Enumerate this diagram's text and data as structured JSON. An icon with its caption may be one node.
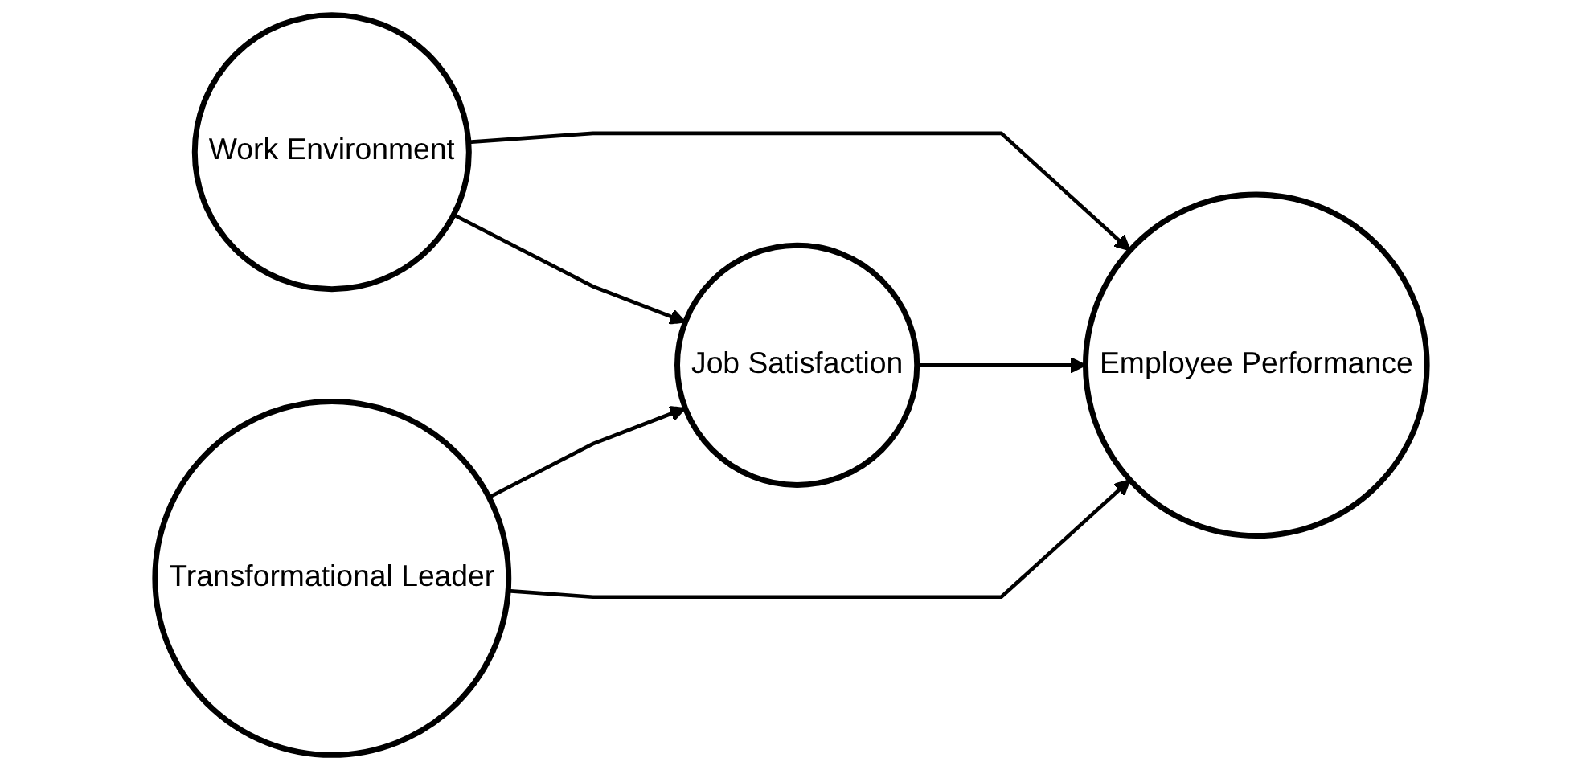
{
  "diagram": {
    "nodes": [
      {
        "text": [
          "Work Environment"
        ]
      },
      {
        "text": [
          "Job Satisfaction"
        ]
      },
      {
        "text": [
          "Employee Performance"
        ]
      },
      {
        "text": [
          "Transformational Leader"
        ]
      }
    ],
    "edges": [
      {
        "from": 0,
        "to": 2,
        "arrow": "to"
      },
      {
        "from": 0,
        "to": 1,
        "arrow": "to"
      },
      {
        "from": 1,
        "to": 2,
        "arrow": "to"
      },
      {
        "from": 3,
        "to": 1,
        "arrow": "to"
      },
      {
        "from": 3,
        "to": 2,
        "arrow": "to"
      }
    ]
  }
}
